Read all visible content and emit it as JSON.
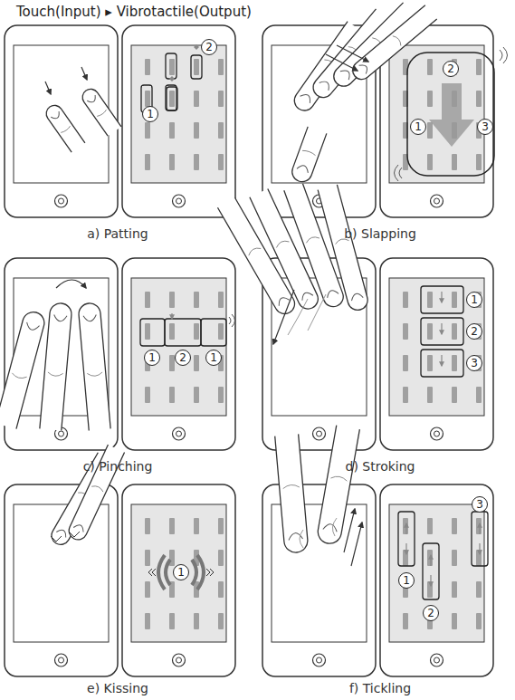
{
  "diagram": {
    "title": "Touch(Input) ▸ Vibrotactile(Output)",
    "labels": [
      "1",
      "2",
      "a) Patting",
      "2",
      "1",
      "3",
      "b) Slapping",
      "1",
      "2",
      "1",
      "c) Pinching",
      "1",
      "2",
      "3",
      "d) Stroking",
      "1",
      "e) Kissing",
      "3",
      "1",
      "2",
      "f) Tickling"
    ]
  }
}
